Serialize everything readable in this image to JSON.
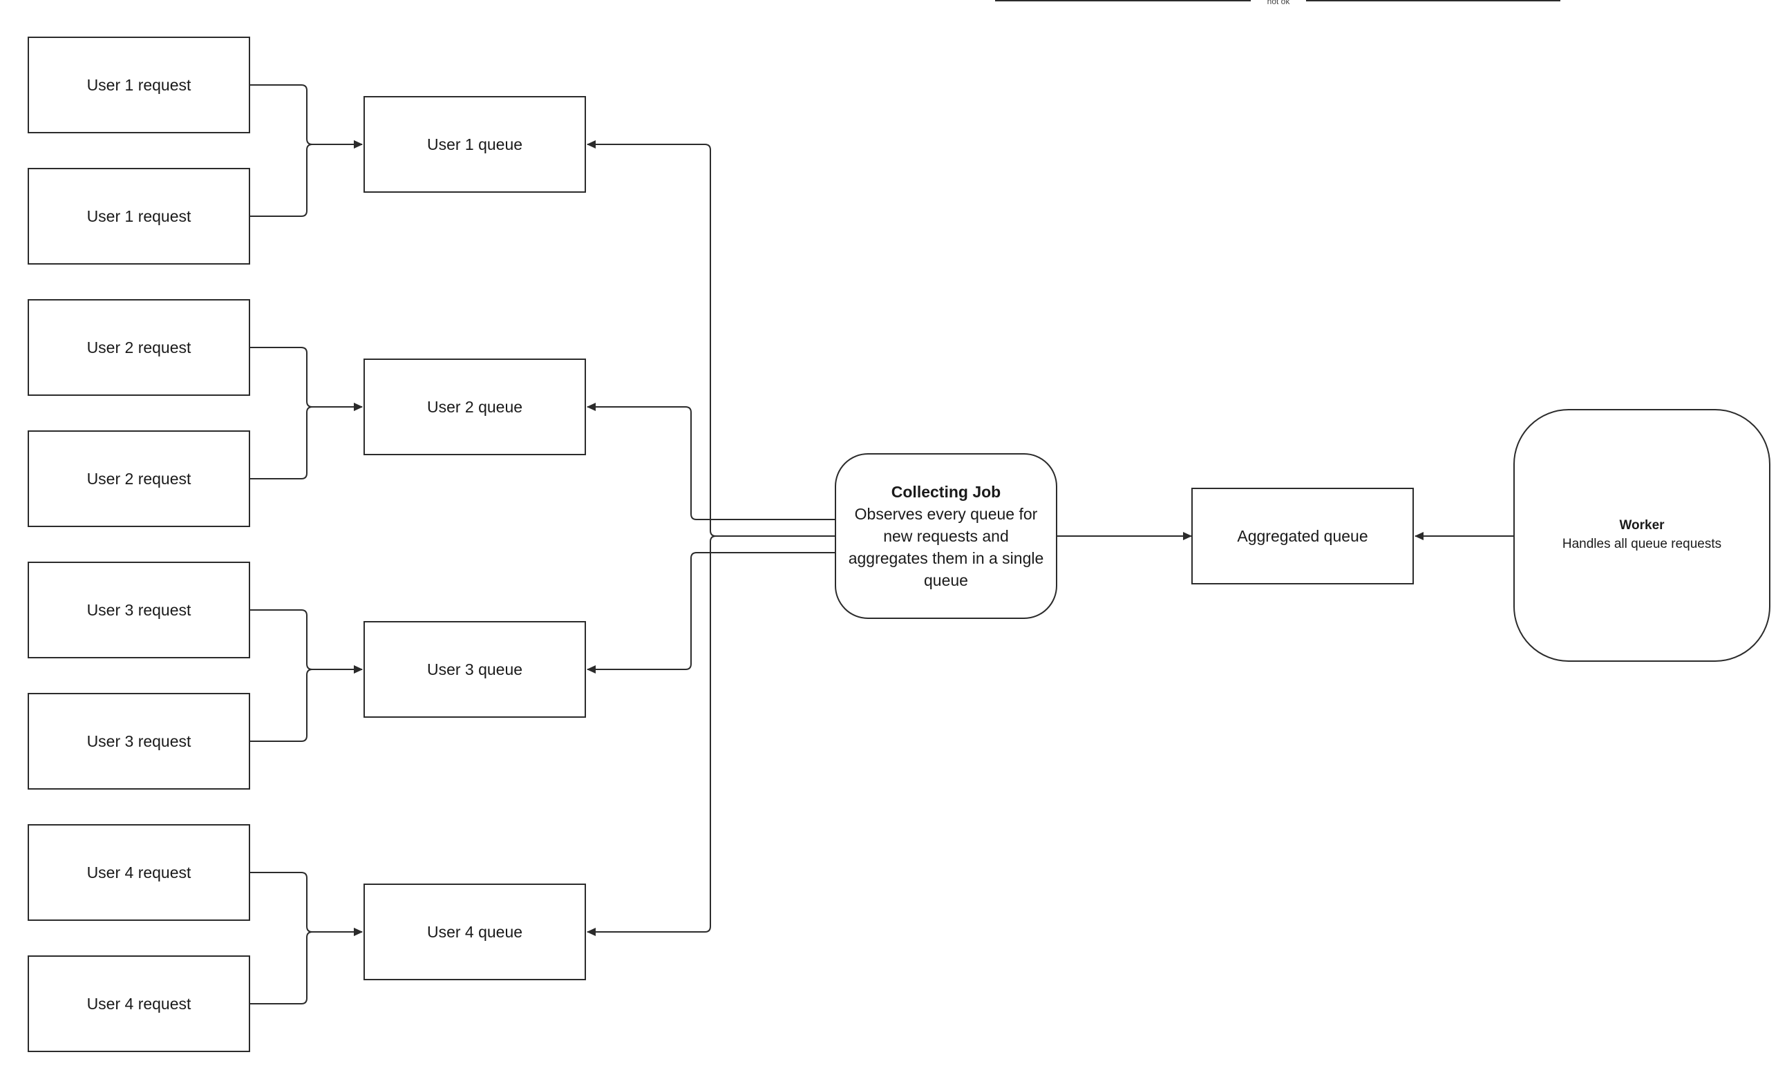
{
  "diagram": {
    "top_label": "not ok",
    "requests": [
      {
        "label": "User 1 request"
      },
      {
        "label": "User 1 request"
      },
      {
        "label": "User 2 request"
      },
      {
        "label": "User 2 request"
      },
      {
        "label": "User 3 request"
      },
      {
        "label": "User 3 request"
      },
      {
        "label": "User 4 request"
      },
      {
        "label": "User 4 request"
      }
    ],
    "queues": [
      {
        "label": "User 1 queue"
      },
      {
        "label": "User 2 queue"
      },
      {
        "label": "User 3 queue"
      },
      {
        "label": "User 4 queue"
      }
    ],
    "collecting_job": {
      "title": "Collecting Job",
      "description": "Observes every queue for new requests and aggregates them in a single queue"
    },
    "aggregated_queue": {
      "label": "Aggregated queue"
    },
    "worker": {
      "title": "Worker",
      "description": "Handles all queue requests"
    },
    "colors": {
      "stroke": "#2b2b2b",
      "background": "#ffffff",
      "text": "#1a1a1a"
    }
  }
}
